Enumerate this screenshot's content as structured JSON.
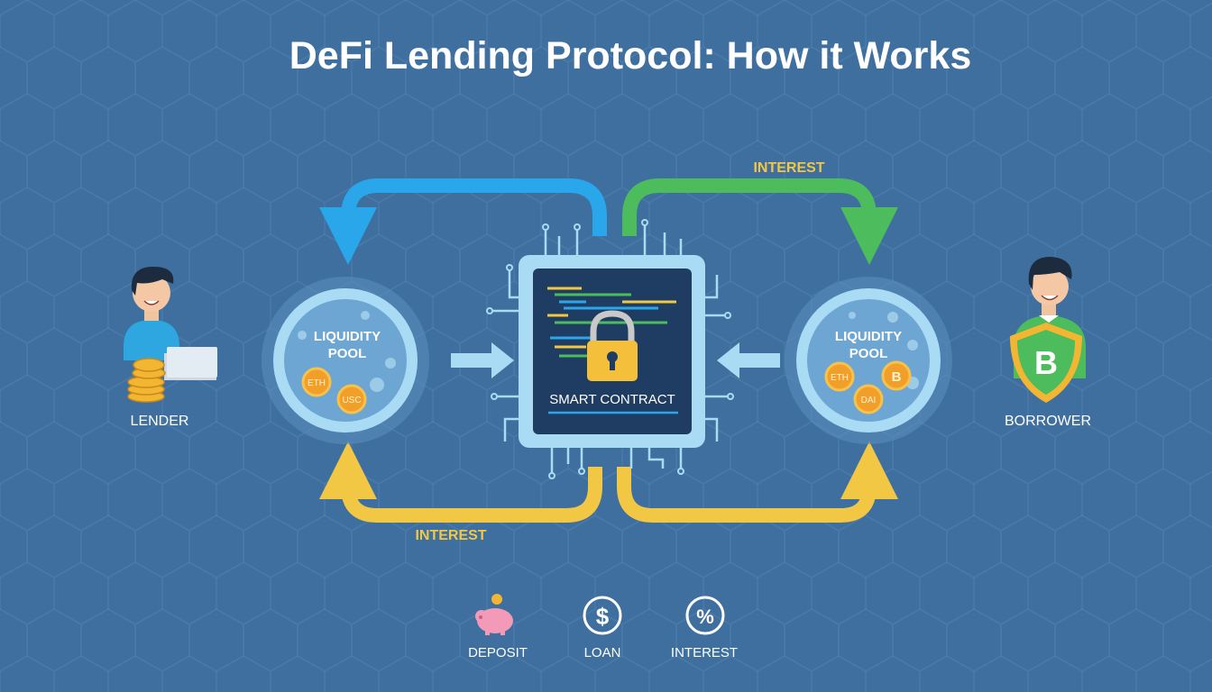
{
  "title": "DeFi Lending Protocol: How it Works",
  "lender": {
    "label": "LENDER"
  },
  "borrower": {
    "label": "BORROWER",
    "shield_symbol": "B"
  },
  "left_pool": {
    "line1": "LIQUIDITY",
    "line2": "POOL",
    "coins": [
      "ETH",
      "USC"
    ]
  },
  "right_pool": {
    "line1": "LIQUIDITY",
    "line2": "POOL",
    "coins": [
      "ETH",
      "DAI",
      "B"
    ]
  },
  "smart_contract": {
    "label": "SMART CONTRACT"
  },
  "flows": {
    "top_right_label": "INTEREST",
    "bottom_left_label": "INTEREST"
  },
  "legend": {
    "items": [
      {
        "label": "DEPOSIT",
        "icon": "piggy-bank-icon"
      },
      {
        "label": "LOAN",
        "icon": "dollar-icon",
        "symbol": "$"
      },
      {
        "label": "INTEREST",
        "icon": "percent-icon",
        "symbol": "%"
      }
    ]
  },
  "colors": {
    "background": "#3e6f9f",
    "blue_arrow": "#2aa7ea",
    "green_arrow": "#4cbc5c",
    "yellow_arrow": "#f2c744",
    "chip": "#a9dcf4",
    "chip_inner": "#1f3d62"
  }
}
